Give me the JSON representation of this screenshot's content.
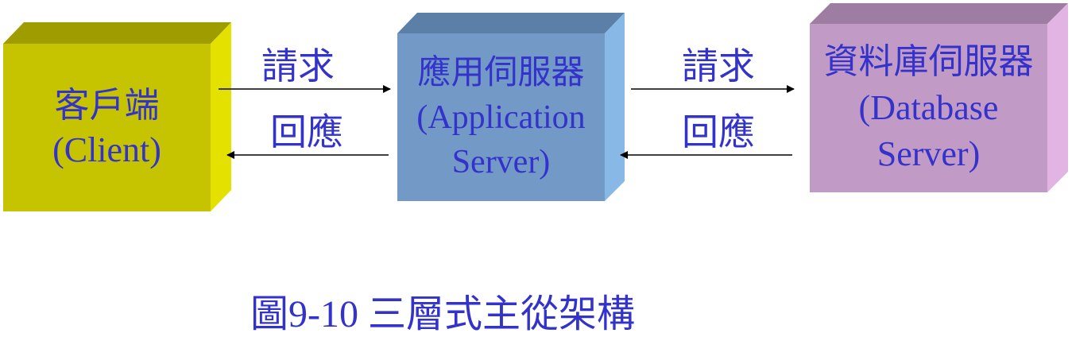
{
  "colors": {
    "text": "#3333cc",
    "client_front": "#c6c300",
    "client_top": "#9f9c00",
    "client_side": "#e4e000",
    "app_front": "#7399c6",
    "app_top": "#5b7fa6",
    "app_side": "#88b8e6",
    "db_front": "#c29ac6",
    "db_top": "#9d7da1",
    "db_side": "#e1b4e4"
  },
  "nodes": {
    "client": {
      "line1": "客戶端",
      "line2": "(Client)"
    },
    "app": {
      "line1": "應用伺服器",
      "line2": "(Application",
      "line3": "Server)"
    },
    "db": {
      "line1": "資料庫伺服器",
      "line2": "(Database",
      "line3": "Server)"
    }
  },
  "edges": {
    "client_app_request": "請求",
    "client_app_response": "回應",
    "app_db_request": "請求",
    "app_db_response": "回應"
  },
  "caption": "圖9-10 三層式主從架構"
}
